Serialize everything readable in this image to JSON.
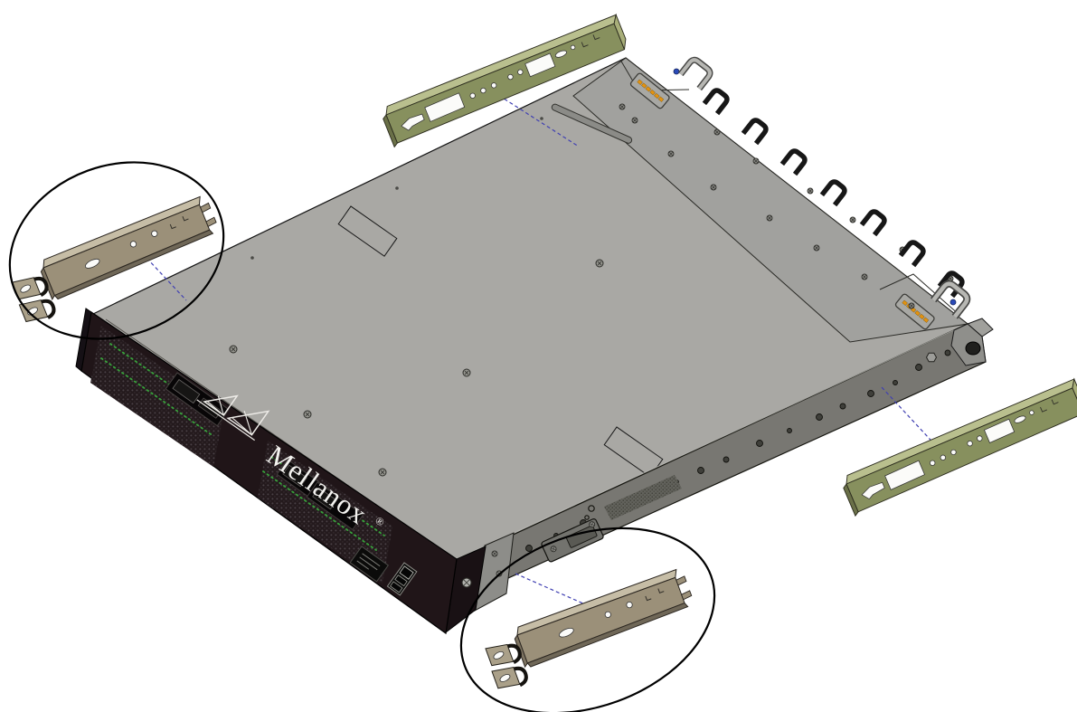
{
  "device": {
    "brand_label": "Mellanox",
    "trademark_symbol": "®"
  },
  "illustration": {
    "background_color": "#ffffff",
    "view": "isometric-exploded-rail-kit",
    "chassis": {
      "top_cover_color": "#a9a8a4",
      "rear_tray_color": "#a1a19e",
      "side_panel_color": "#787772",
      "front_bezel_color": "#201518",
      "port_led_color": "#37a23a",
      "status_led_color": "#d42a1e",
      "psu_label_dot_color": "#e29210",
      "fan_handle_color": "#171717",
      "bail_handle_color": "#b7b7b3",
      "fan_handle_count": 7,
      "psu_label_count": 2
    },
    "rail_kit": {
      "long_rail_color": "#87905e",
      "bracket_color": "#9b9079",
      "parts": [
        {
          "name": "long-rail-top",
          "position": "top-rear",
          "circled": false
        },
        {
          "name": "long-rail-right",
          "position": "right-rear",
          "circled": false
        },
        {
          "name": "short-bracket-left",
          "position": "front-left",
          "circled": true
        },
        {
          "name": "short-bracket-bottom",
          "position": "front-right",
          "circled": true
        }
      ]
    },
    "callouts": {
      "ellipse_count": 2,
      "ellipse_stroke_color": "#000000",
      "leader_line_count": 4,
      "leader_line_color": "#4040b2",
      "leader_line_style": "dashed"
    }
  }
}
